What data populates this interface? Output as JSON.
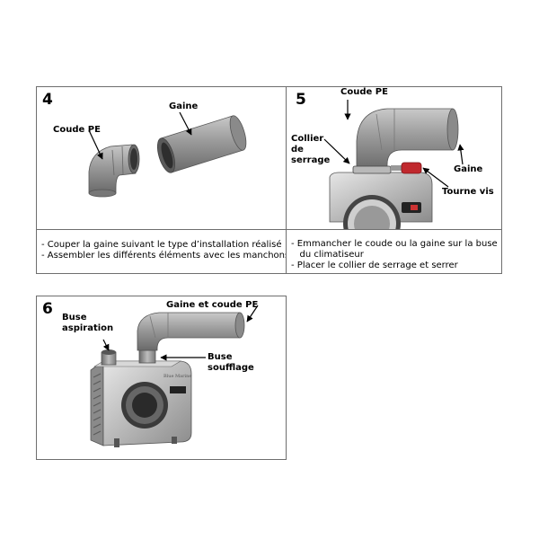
{
  "step4": {
    "number": "4",
    "label_coude": "Coude PE",
    "label_gaine": "Gaine",
    "captions": [
      "- Couper la gaine suivant le type d’installation réalisé",
      "- Assembler les différents éléments avec les manchons"
    ]
  },
  "step5": {
    "number": "5",
    "label_coude": "Coude PE",
    "label_collier": "Collier\nde\nserrage",
    "label_gaine": "Gaine",
    "label_tourne_vis": "Tourne vis",
    "captions": [
      "- Emmancher le coude ou la gaine sur la buse",
      "   du climatiseur",
      "- Placer le collier de serrage et serrer"
    ]
  },
  "step6": {
    "number": "6",
    "label_gaine_coude": "Gaine et coude PE",
    "label_buse_aspiration": "Buse\naspiration",
    "label_buse_soufflage": "Buse\nsoufflage",
    "brand_text": "Blue Marine"
  }
}
